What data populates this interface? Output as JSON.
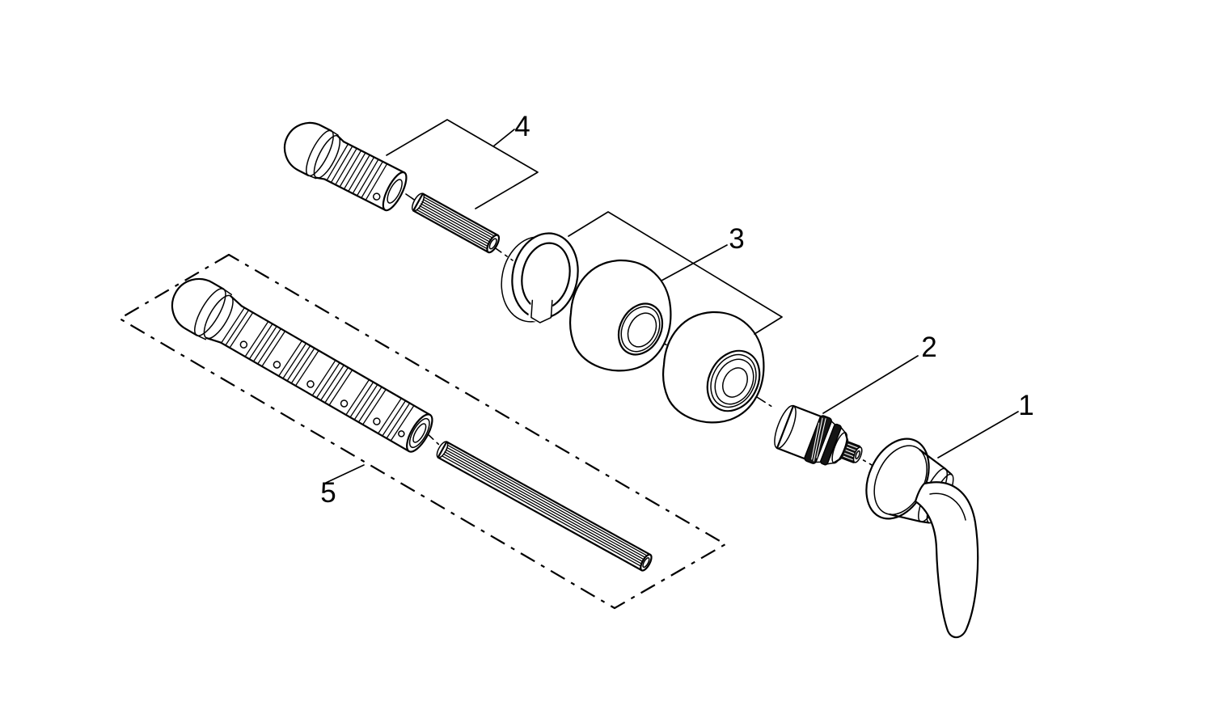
{
  "canvas": {
    "width": "1500",
    "height": "899",
    "background": "#ffffff",
    "line_color": "#000000"
  },
  "parts": {
    "p1": {
      "label": "1",
      "icon": "lever-handle-with-escutcheon"
    },
    "p2": {
      "label": "2",
      "icon": "valve-cartridge"
    },
    "p3": {
      "label": "3",
      "icon": "escutcheon-pair-with-mounting-ring"
    },
    "p4": {
      "label": "4",
      "icon": "short-extension-nipple-with-splined-adapter"
    },
    "p5": {
      "label": "5",
      "icon": "long-extension-nipple-with-splined-rod-kit"
    }
  }
}
